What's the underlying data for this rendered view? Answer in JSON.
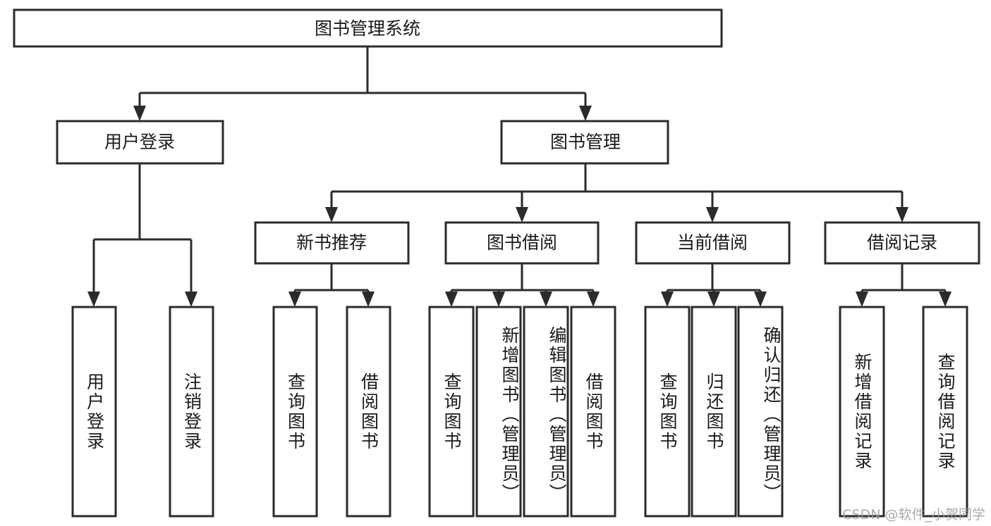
{
  "diagram": {
    "title": "图书管理系统",
    "type": "hierarchy-tree",
    "watermark": "CSDN @软件_小贺同学",
    "colors": {
      "stroke": "#2b2b2b",
      "fill": "#ffffff",
      "text": "#1a1a1a",
      "watermark": "#9b9b9b"
    },
    "root": {
      "label": "图书管理系统"
    },
    "level2": [
      {
        "label": "用户登录"
      },
      {
        "label": "图书管理"
      }
    ],
    "level3": [
      {
        "label": "新书推荐"
      },
      {
        "label": "图书借阅"
      },
      {
        "label": "当前借阅"
      },
      {
        "label": "借阅记录"
      }
    ],
    "leaves": {
      "user_login": [
        {
          "label": "用户登录"
        },
        {
          "label": "注销登录"
        }
      ],
      "new_book_recommend": [
        {
          "label": "查询图书"
        },
        {
          "label": "借阅图书"
        }
      ],
      "book_borrow": [
        {
          "label": "查询图书"
        },
        {
          "label": "新增图书（管理员）"
        },
        {
          "label": "编辑图书（管理员）"
        },
        {
          "label": "借阅图书"
        }
      ],
      "current_borrow": [
        {
          "label": "查询图书"
        },
        {
          "label": "归还图书"
        },
        {
          "label": "确认归还（管理员）"
        }
      ],
      "borrow_records": [
        {
          "label": "新增借阅记录"
        },
        {
          "label": "查询借阅记录"
        }
      ]
    }
  }
}
